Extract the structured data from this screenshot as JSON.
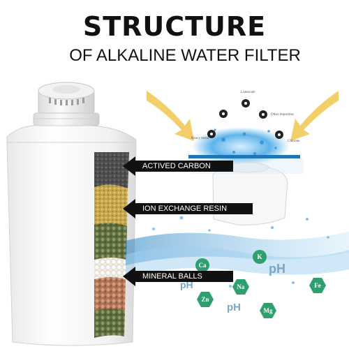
{
  "header": {
    "title": "STRUCTURE",
    "subtitle": "OF ALKALINE WATER FILTER"
  },
  "callouts": [
    {
      "label": "ACTIVED CARBON"
    },
    {
      "label": "ION EXCHANGE RESIN"
    },
    {
      "label": "MINERAL BALLS"
    }
  ],
  "impurities": {
    "heavy_metal": "Heavy metal",
    "limescale": "Limescale",
    "other_impurities": "Other impurities",
    "chlorine": "Chlorine"
  },
  "ions": [
    {
      "symbol": "Ca",
      "color": "#2f9f6f"
    },
    {
      "symbol": "K",
      "color": "#2f9f6f"
    },
    {
      "symbol": "Na",
      "color": "#2f9f6f"
    },
    {
      "symbol": "Fe",
      "color": "#2f9f6f"
    },
    {
      "symbol": "Zn",
      "color": "#2f9f6f"
    },
    {
      "symbol": "Mg",
      "color": "#2f9f6f"
    }
  ],
  "ph_labels": [
    "pH",
    "pH",
    "pH"
  ],
  "colors": {
    "accent_arrow": "#f3cf6a",
    "water": "#4aa0d8",
    "ion_green": "#2f9f6f"
  }
}
